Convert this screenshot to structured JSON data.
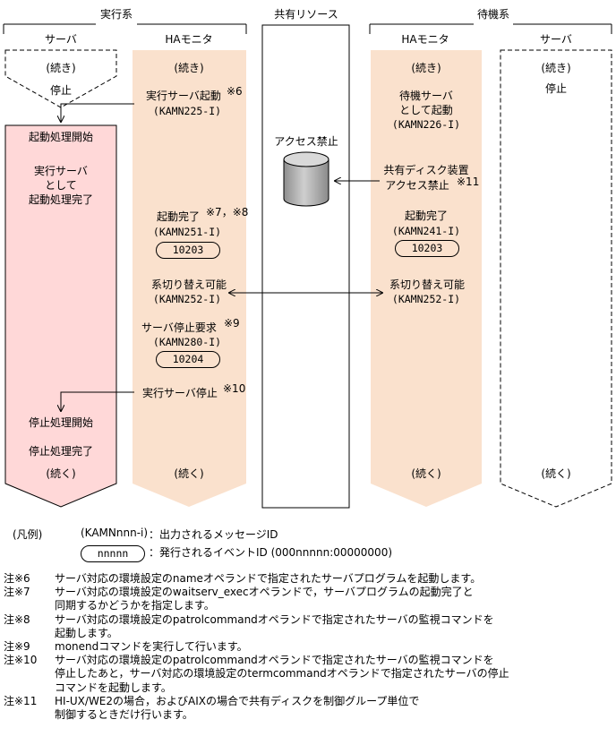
{
  "headers": {
    "active_system": "実行系",
    "shared_resource": "共有リソース",
    "standby_system": "待機系"
  },
  "columns": {
    "server_active": "サーバ",
    "ha_active": "HAモニタ",
    "ha_standby": "HAモニタ",
    "server_standby": "サーバ"
  },
  "server_active": {
    "continued_top": "(続き)",
    "state": "停止",
    "start_begin": "起動処理開始",
    "start_complete_l1": "実行サーバ",
    "start_complete_l2": "として",
    "start_complete_l3": "起動処理完了",
    "stop_begin": "停止処理開始",
    "stop_complete": "停止処理完了",
    "continues_bottom": "(続く)"
  },
  "ha_active": {
    "continued_top": "(続き)",
    "ev1_label": "実行サーバ起動",
    "ev1_note": "※6",
    "ev1_msg": "(KAMN225-I)",
    "ev2_label": "起動完了",
    "ev2_note": "※7，※8",
    "ev2_msg": "(KAMN251-I)",
    "ev2_event": "10203",
    "ev3_label": "系切り替え可能",
    "ev3_msg": "(KAMN252-I)",
    "ev4_label": "サーバ停止要求",
    "ev4_note": "※9",
    "ev4_msg": "(KAMN280-I)",
    "ev4_event": "10204",
    "ev5_label": "実行サーバ停止",
    "ev5_note": "※10",
    "continues_bottom": "(続く)"
  },
  "shared": {
    "access_denied": "アクセス禁止",
    "disk_icon": "disk-cylinder-icon"
  },
  "ha_standby": {
    "continued_top": "(続き)",
    "ev1_l1": "待機サーバ",
    "ev1_l2": "として起動",
    "ev1_msg": "(KAMN226-I)",
    "ev2_l1": "共有ディスク装置",
    "ev2_l2": "アクセス禁止",
    "ev2_note": "※11",
    "ev3_label": "起動完了",
    "ev3_msg": "(KAMN241-I)",
    "ev3_event": "10203",
    "ev4_label": "系切り替え可能",
    "ev4_msg": "(KAMN252-I)",
    "continues_bottom": "(続く)"
  },
  "server_standby": {
    "continued_top": "(続き)",
    "state": "停止",
    "continues_bottom": "(続く)"
  },
  "legend": {
    "title": "(凡例)",
    "msg_sample": "(KAMNnnn-i)",
    "msg_desc": "：出力されるメッセージID",
    "event_sample": "nnnnn",
    "event_desc": "：発行されるイベントID (000nnnnn:00000000)"
  },
  "notes": [
    {
      "num": "注※6",
      "text": "サーバ対応の環境設定のnameオペランドで指定されたサーバプログラムを起動します。"
    },
    {
      "num": "注※7",
      "text": "サーバ対応の環境設定のwaitserv_execオペランドで，サーバプログラムの起動完了と\n同期するかどうかを指定します。"
    },
    {
      "num": "注※8",
      "text": "サーバ対応の環境設定のpatrolcommandオペランドで指定されたサーバの監視コマンドを\n起動します。"
    },
    {
      "num": "注※9",
      "text": "monendコマンドを実行して行います。"
    },
    {
      "num": "注※10",
      "text": "サーバ対応の環境設定のpatrolcommandオペランドで指定されたサーバの監視コマンドを\n停止したあと，サーバ対応の環境設定のtermcommandオペランドで指定されたサーバの停止\nコマンドを起動します。"
    },
    {
      "num": "注※11",
      "text": "HI-UX/WE2の場合，およびAIXの場合で共有ディスクを制御グループ単位で\n制御するときだけ行います。"
    }
  ],
  "colors": {
    "server_active_fill": "#ffd8d8",
    "ha_fill": "#fae1cd",
    "shared_box_fill": "#ffffff",
    "disk_fill": "#b8b8b8"
  }
}
